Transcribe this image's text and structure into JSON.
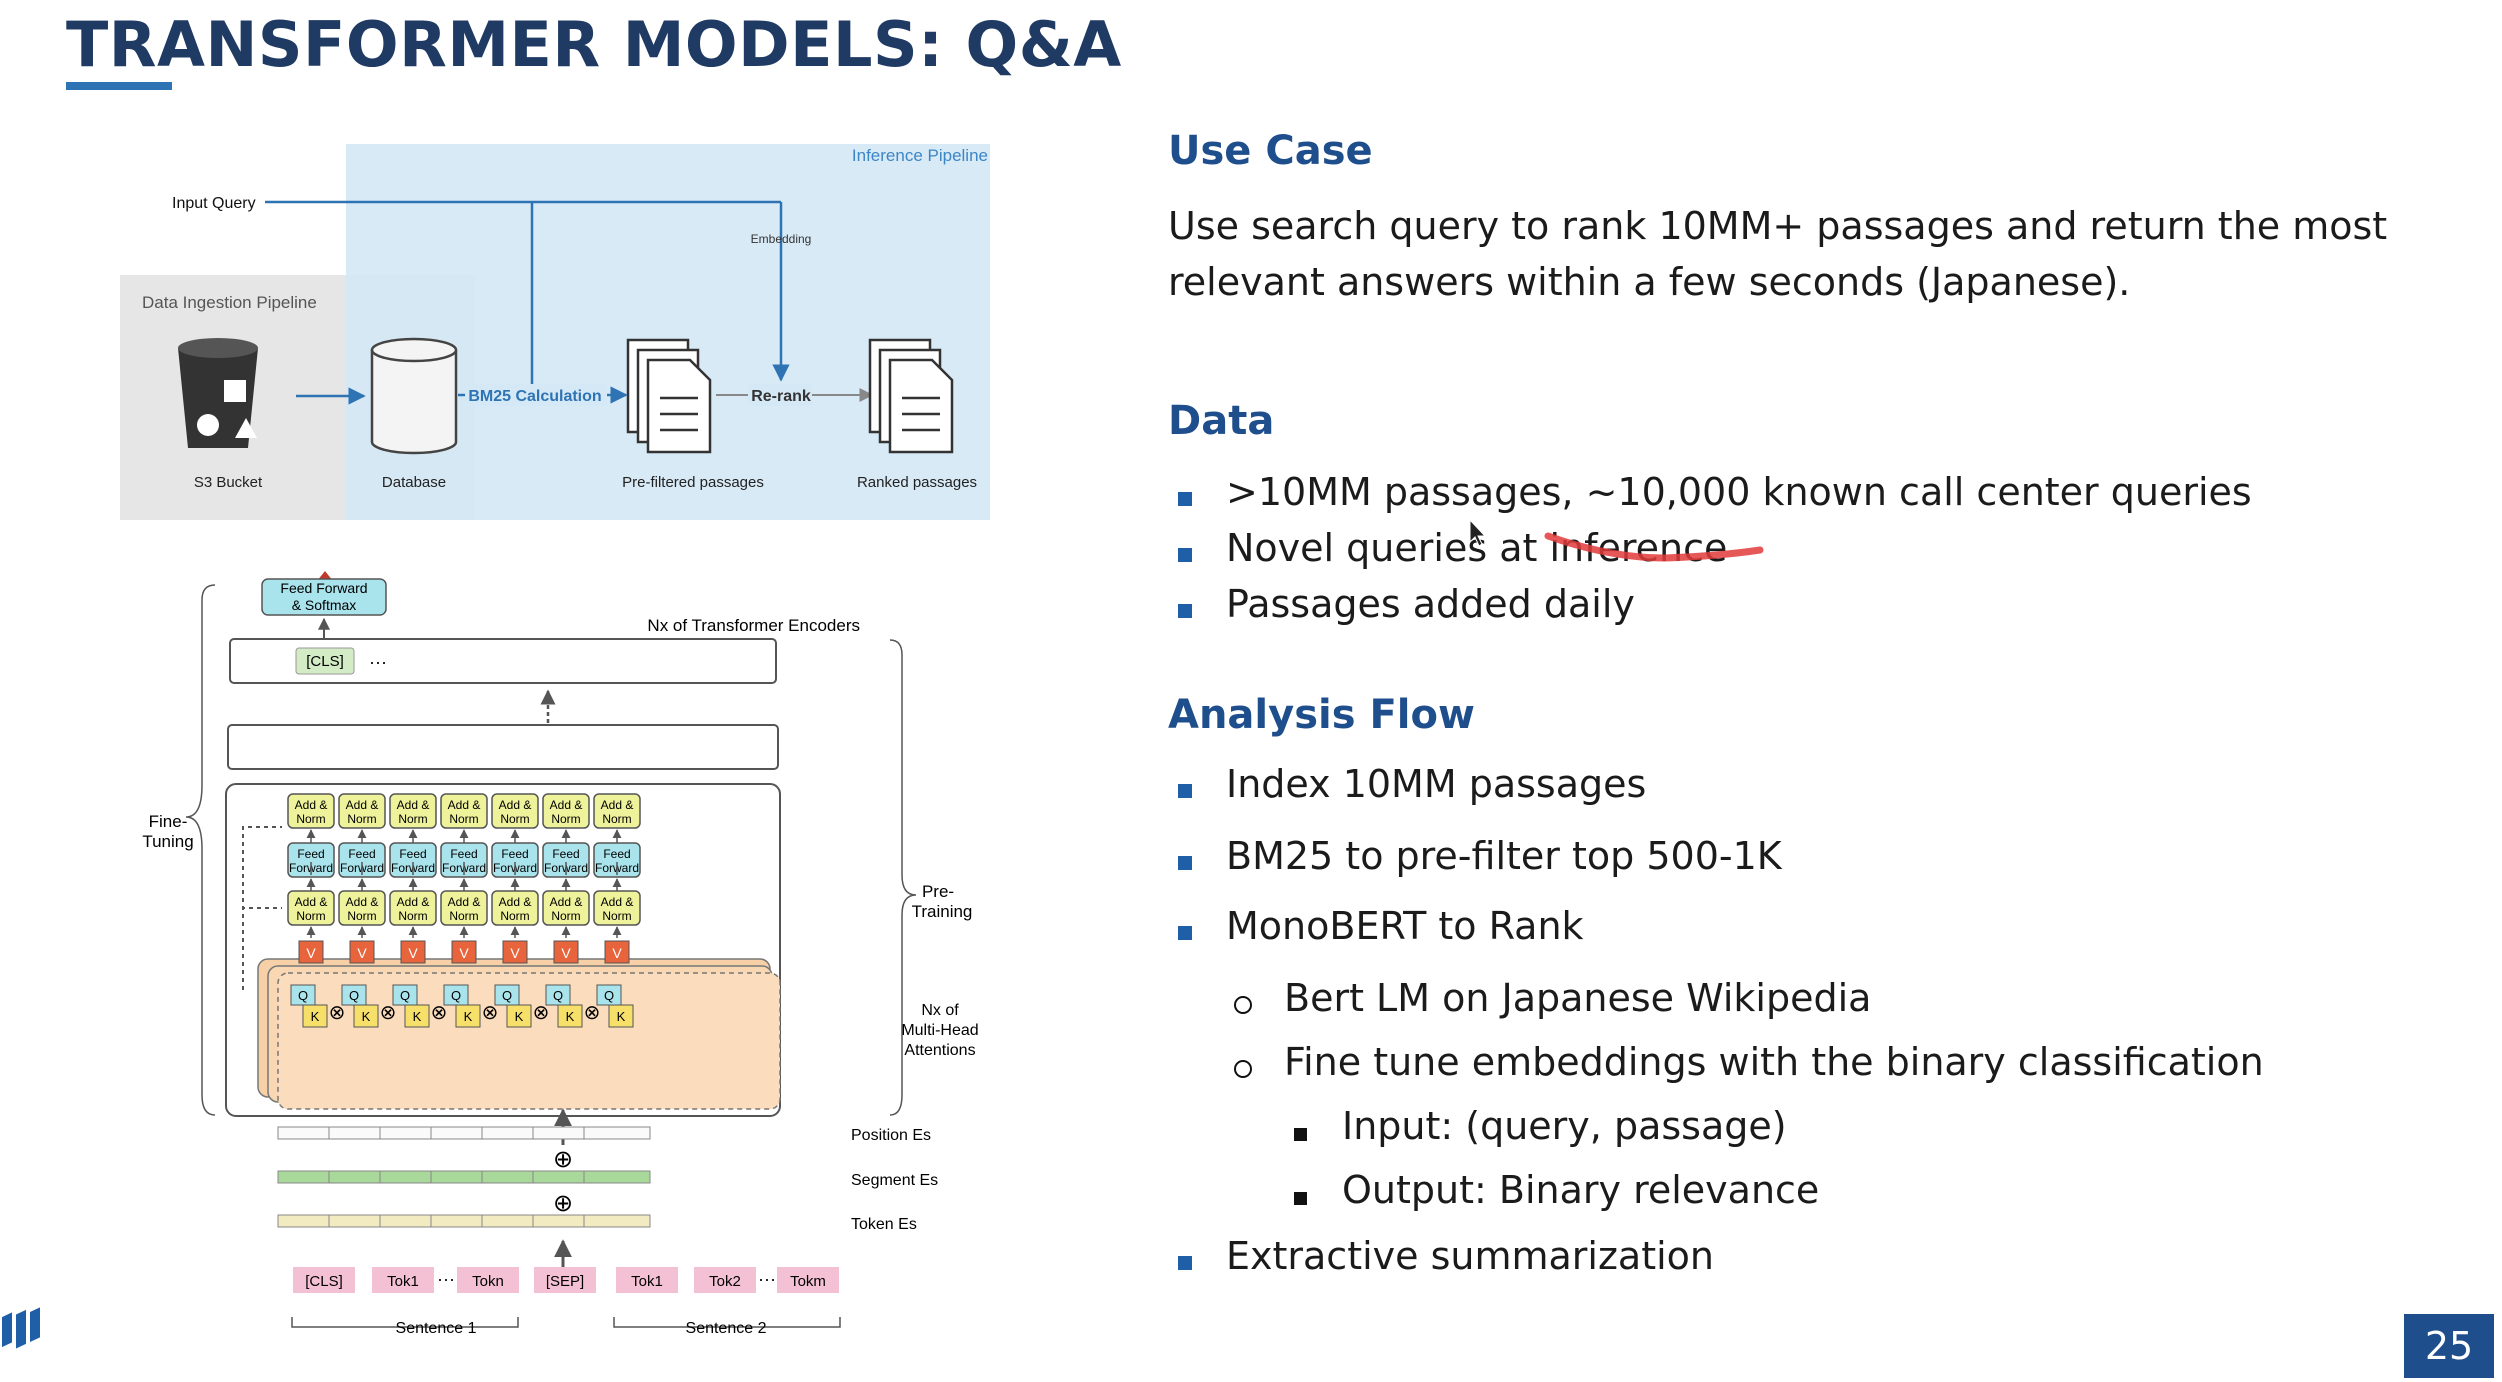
{
  "slide": {
    "title": "TRANSFORMER MODELS: Q&A",
    "page_number": "25"
  },
  "pipeline": {
    "inference_label": "Inference Pipeline",
    "ingestion_label": "Data Ingestion Pipeline",
    "input_query": "Input Query",
    "embedding": "Embedding",
    "bm25": "BM25 Calculation",
    "rerank": "Re-rank",
    "s3": "S3 Bucket",
    "database": "Database",
    "prefiltered": "Pre-filtered passages",
    "ranked": "Ranked passages"
  },
  "bert": {
    "ff_softmax_1": "Feed Forward",
    "ff_softmax_2": "& Softmax",
    "cls": "[CLS]",
    "ellipsis": "···",
    "nx_encoders": "Nx of Transformer Encoders",
    "fine_1": "Fine-",
    "fine_2": "Tuning",
    "pre_1": "Pre-",
    "pre_2": "Training",
    "add": "Add &",
    "norm": "Norm",
    "feed": "Feed",
    "forward": "Forward",
    "v": "V",
    "q": "Q",
    "k": "K",
    "mult": "⊗",
    "nx_mha_1": "Nx of",
    "nx_mha_2": "Multi-Head",
    "nx_mha_3": "Attentions",
    "position": "Position Es",
    "segment": "Segment Es",
    "token": "Token Es",
    "plus": "⊕",
    "tokens": [
      "[CLS]",
      "Tok1",
      "Tokn",
      "[SEP]",
      "Tok1",
      "Tok2",
      "Tokm"
    ],
    "sentence1": "Sentence 1",
    "sentence2": "Sentence 2"
  },
  "use_case": {
    "heading": "Use Case",
    "line1": "Use search query to rank 10MM+ passages and return the most",
    "line2": "relevant answers within a few seconds (Japanese)."
  },
  "data_section": {
    "heading": "Data",
    "items": [
      ">10MM passages, ~10,000 known call center queries",
      "Novel queries at inference",
      "Passages added daily"
    ]
  },
  "analysis": {
    "heading": "Analysis Flow",
    "items": [
      "Index 10MM passages",
      "BM25 to pre-filter top 500-1K",
      "MonoBERT to Rank",
      "Extractive summarization"
    ],
    "sub_items": [
      "Bert LM on Japanese Wikipedia",
      "Fine tune embeddings with the binary classification"
    ],
    "sub_sub_items": [
      "Input: (query, passage)",
      "Output: Binary relevance"
    ]
  },
  "colors": {
    "title": "#1f3a63",
    "heading": "#1f4e8c",
    "accent": "#2e74b5",
    "inference_bg": "#d5e8f5",
    "ingestion_bg": "#e6e6e6"
  }
}
